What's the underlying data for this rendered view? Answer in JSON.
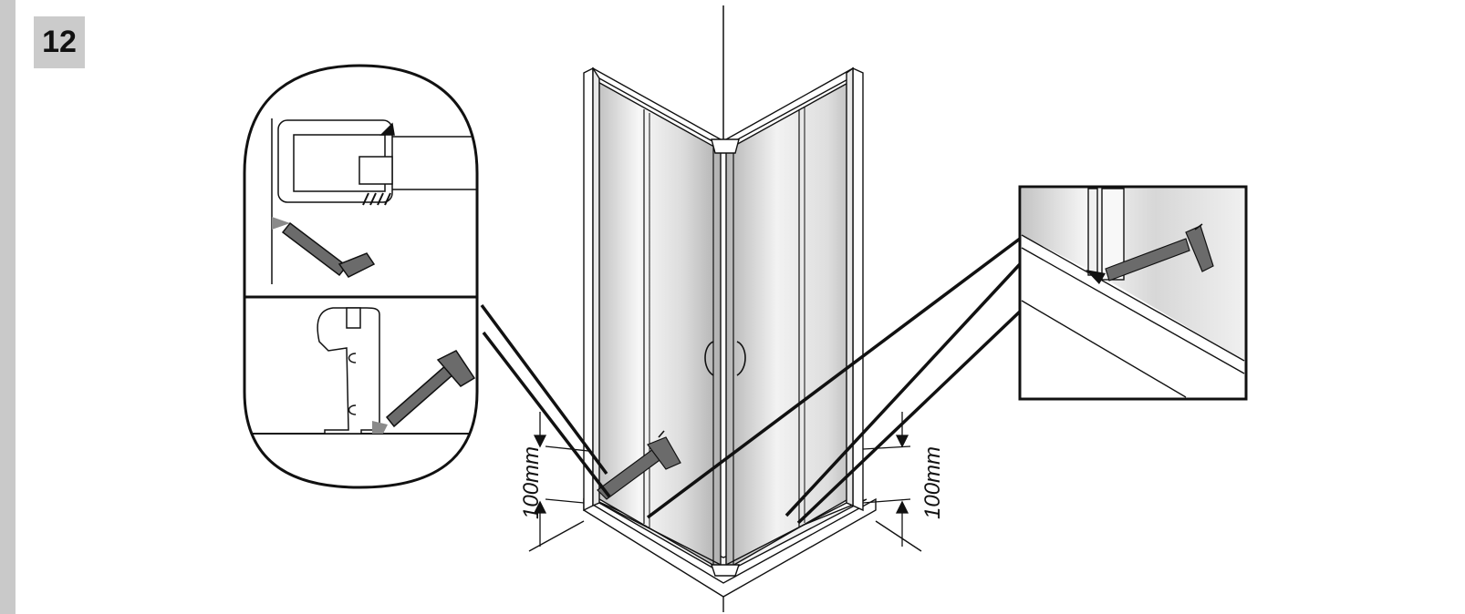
{
  "step": {
    "number": "12"
  },
  "dimensions": {
    "left_height_label": "100mm",
    "right_height_label": "100mm"
  },
  "colors": {
    "sidebar": "#c9c9c9",
    "badge": "#cbcbcb",
    "line": "#111111",
    "silicone_gun": "#6b6b6b",
    "glass_light": "#f4f4f4",
    "glass_dark": "#bdbdbd"
  },
  "icons": [
    "silicone-gun-icon",
    "door-handle-icon",
    "profile-section-icon"
  ]
}
